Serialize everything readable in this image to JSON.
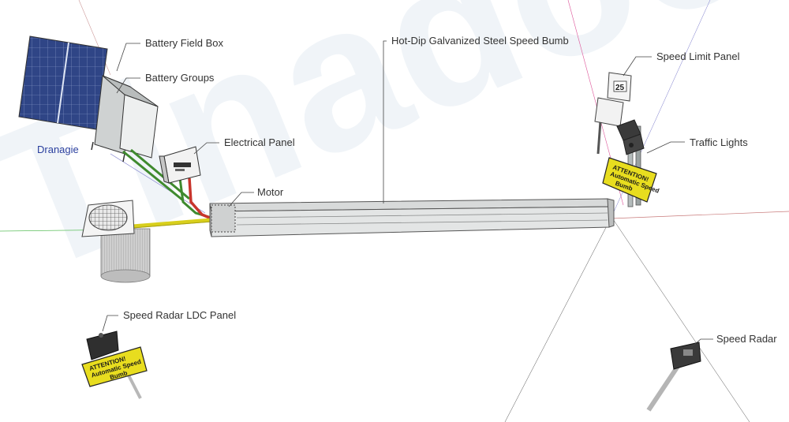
{
  "watermark": "Tinadoors",
  "labels": {
    "battery_field_box": "Battery Field Box",
    "battery_groups": "Battery Groups",
    "drainage": "Dranagie",
    "electrical_panel": "Electrical Panel",
    "motor": "Motor",
    "speed_bump": "Hot-Dip Galvanized Steel Speed Bumb",
    "speed_limit_panel": "Speed Limit Panel",
    "traffic_lights": "Traffic Lights",
    "speed_radar_ldc_panel": "Speed Radar LDC Panel",
    "speed_radar": "Speed Radar"
  },
  "signs": {
    "speed_limit_number": "25",
    "attention_line1": "ATTENTION!",
    "attention_line2": "Automatic Speed",
    "attention_line3": "Bumb"
  },
  "colors": {
    "solar": "#2b3f7a",
    "steel": "#d4d6d6",
    "cable_yellow": "#d8cf1c",
    "cable_red": "#c8352c",
    "cable_green": "#3f8a2e",
    "sign_yellow": "#e8dd1f",
    "leader": "#444444"
  }
}
